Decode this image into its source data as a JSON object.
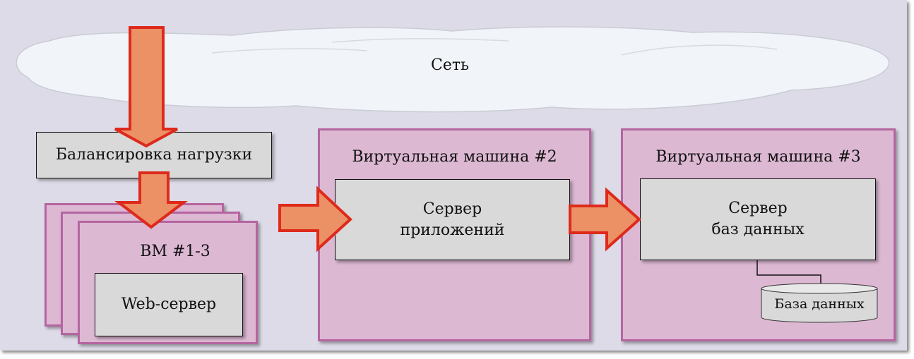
{
  "network": {
    "label": "Сеть"
  },
  "load_balancer": {
    "label": "Балансировка нагрузки"
  },
  "vm_group": {
    "title": "ВМ #1-3",
    "web_server": "Web-сервер"
  },
  "vm2": {
    "title": "Виртуальная машина #2",
    "server_line1": "Сервер",
    "server_line2": "приложений"
  },
  "vm3": {
    "title": "Виртуальная машина #3",
    "server_line1": "Сервер",
    "server_line2": "баз данных",
    "database": "База данных"
  },
  "colors": {
    "vm_fill": "#ddb8d3",
    "vm_border": "#b565a0",
    "arrow_fill": "#ec9065",
    "arrow_border": "#dd2a1b",
    "background": "#dedbe8"
  }
}
